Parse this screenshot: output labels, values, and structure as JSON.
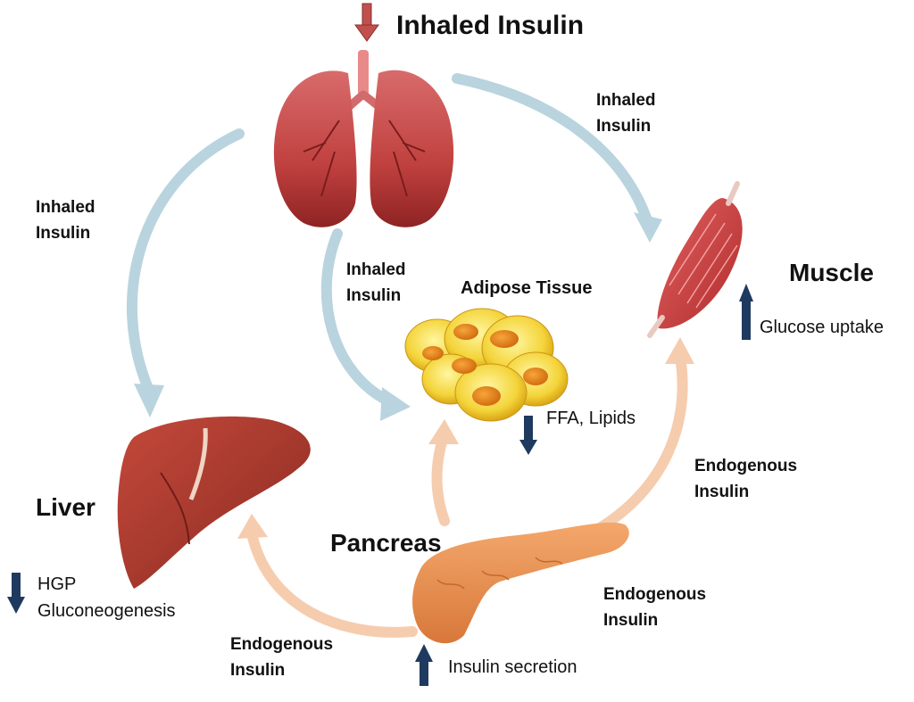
{
  "title": "Inhaled Insulin",
  "organs": {
    "muscle": "Muscle",
    "liver": "Liver",
    "pancreas": "Pancreas",
    "adipose": "Adipose Tissue"
  },
  "arrows": {
    "lung_to_muscle": [
      "Inhaled",
      "Insulin"
    ],
    "lung_to_liver": [
      "Inhaled",
      "Insulin"
    ],
    "lung_to_adipose": [
      "Inhaled",
      "Insulin"
    ],
    "pancreas_to_muscle": [
      "Endogenous",
      "Insulin"
    ],
    "pancreas_to_liver": [
      "Endogenous",
      "Insulin"
    ],
    "pancreas_right": [
      "Endogenous",
      "Insulin"
    ]
  },
  "effects": {
    "muscle": "Glucose uptake",
    "adipose": "FFA, Lipids",
    "liver_line1": "HGP",
    "liver_line2": "Gluconeogenesis",
    "pancreas": "Insulin secretion"
  },
  "colors": {
    "inhaled_arrow": "#b9d4de",
    "endogenous_arrow": "#f6ccae",
    "down_arrow_title": "#c0504d",
    "indicator_arrow": "#1f3a5f"
  }
}
